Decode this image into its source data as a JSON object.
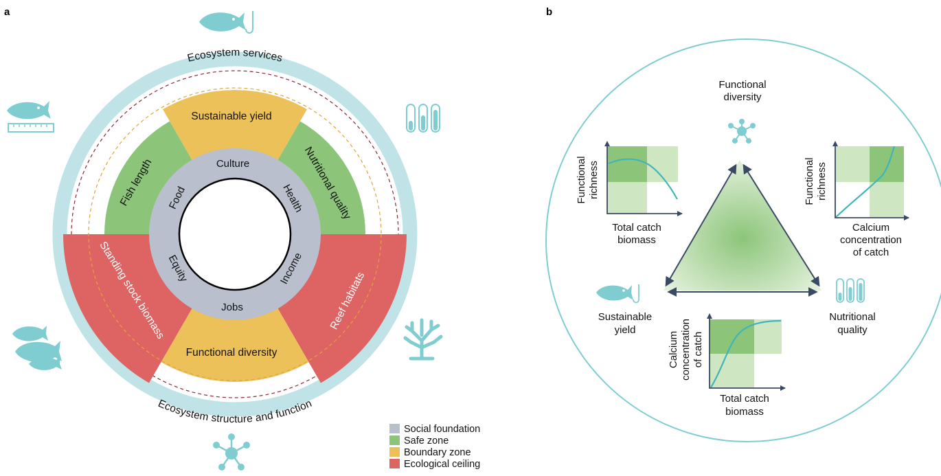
{
  "panel_a": {
    "letter": "a",
    "outer_ring_top": "Ecosystem services",
    "outer_ring_bottom": "Ecosystem structure and function",
    "segments": {
      "sustainable_yield": "Sustainable yield",
      "fish_length": "Fish length",
      "nutritional_quality": "Nutritional quality",
      "standing_stock_biomass": "Standing stock biomass",
      "reef_habitats": "Reef habitats",
      "functional_diversity": "Functional diversity"
    },
    "social": {
      "culture": "Culture",
      "food": "Food",
      "health": "Health",
      "equity": "Equity",
      "income": "Income",
      "jobs": "Jobs"
    },
    "legend": [
      {
        "label": "Social foundation",
        "color": "#b9bfcc"
      },
      {
        "label": "Safe zone",
        "color": "#8cc57a"
      },
      {
        "label": "Boundary zone",
        "color": "#ecc15a"
      },
      {
        "label": "Ecological ceiling",
        "color": "#dd6463"
      }
    ]
  },
  "panel_b": {
    "letter": "b",
    "vertex_top": [
      "Functional",
      "diversity"
    ],
    "vertex_left": [
      "Sustainable",
      "yield"
    ],
    "vertex_right": [
      "Nutritional",
      "quality"
    ],
    "plot_left": {
      "ylabel": [
        "Functional",
        "richness"
      ],
      "xlabel": [
        "Total catch",
        "biomass"
      ]
    },
    "plot_right": {
      "ylabel": [
        "Functional",
        "richness"
      ],
      "xlabel": [
        "Calcium",
        "concentration",
        "of catch"
      ]
    },
    "plot_bottom": {
      "ylabel": [
        "Calcium",
        "concentration",
        "of catch"
      ],
      "xlabel": [
        "Total catch",
        "biomass"
      ]
    }
  },
  "colors": {
    "teal": "#7fcdd0",
    "teal_dark": "#54bfc4",
    "ring": "#bfe3e6",
    "social": "#b9bfcc",
    "safe": "#8cc57a",
    "boundary": "#ecc15a",
    "ceiling": "#dd6463",
    "navy": "#3b4a63",
    "green_dark": "#8cc57a",
    "green_light": "#cfe6c3"
  }
}
